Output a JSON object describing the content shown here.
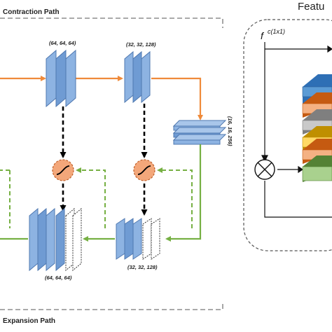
{
  "labels": {
    "contraction_path": "Contraction Path",
    "expansion_path": "Expansion Path",
    "feature_title": "Featu",
    "fc_symbol": "f",
    "fc_superscript": "c(1x1)"
  },
  "shapes": {
    "enc1": "(64, 64, 64)",
    "enc2": "(32, 32, 128)",
    "bottleneck": "(16, 16, 256)",
    "dec1": "(64, 64, 64)",
    "dec2": "(32, 32, 128)"
  },
  "colors": {
    "block_fill": "#8db3e2",
    "block_dark": "#5b86c3",
    "orange_arrow": "#ef8a3a",
    "green_arrow": "#76b043",
    "attention_fill": "#f3a77a",
    "feature_stack": [
      "#5b9bd5",
      "#ed7d31",
      "#a5a5a5",
      "#ffc000",
      "#ed7d31",
      "#70ad47"
    ]
  },
  "icons": {
    "attention_gate": "sigmoid-circle-icon",
    "multiply": "circle-times-icon"
  }
}
